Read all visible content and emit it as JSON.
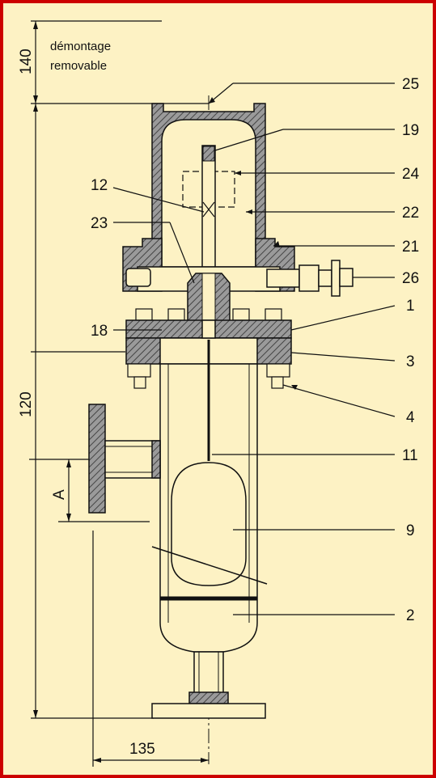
{
  "colors": {
    "border": "#cc0000",
    "background": "#fdf2c4",
    "line": "#111111",
    "hatch": "#888888"
  },
  "note": {
    "line1": "démontage",
    "line2": "removable"
  },
  "dimensions": {
    "top": "140",
    "side": "120",
    "level": "A",
    "bottom": "135"
  },
  "labels": {
    "c25": "25",
    "c19": "19",
    "c24": "24",
    "c22": "22",
    "c21": "21",
    "c26": "26",
    "c1": "1",
    "c3": "3",
    "c4": "4",
    "c11": "11",
    "c9": "9",
    "c2": "2",
    "c12": "12",
    "c23": "23",
    "c18": "18"
  }
}
